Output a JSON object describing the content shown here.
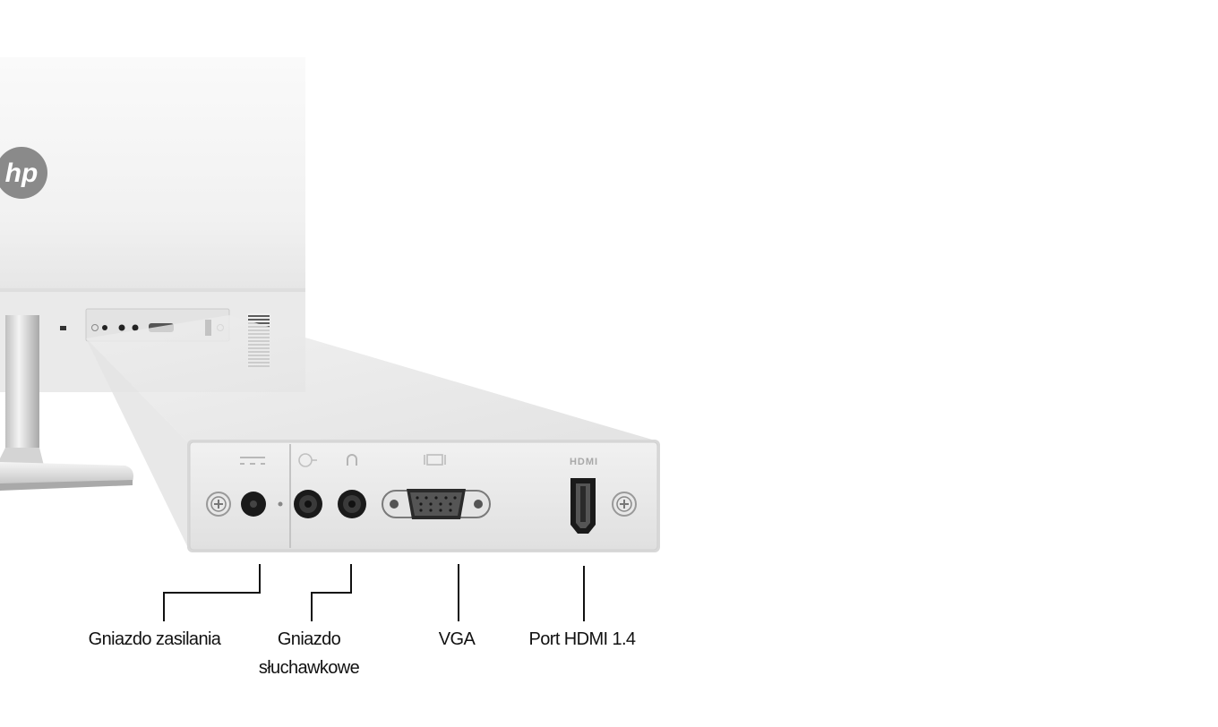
{
  "brand": {
    "logo_text": "hp"
  },
  "ports": {
    "power_label": "Gniazdo zasilania",
    "headphone_label": "Gniazdo słuchawkowe",
    "vga_label": "VGA",
    "hdmi_label": "Port HDMI 1.4",
    "hdmi_panel_text": "HDMI"
  },
  "colors": {
    "background": "#ffffff",
    "monitor_body": "#f2f2f2",
    "panel": "#e9e9e9",
    "port_dark": "#1a1a1a",
    "callout_line": "#111111",
    "logo": "#8a8a8a"
  }
}
